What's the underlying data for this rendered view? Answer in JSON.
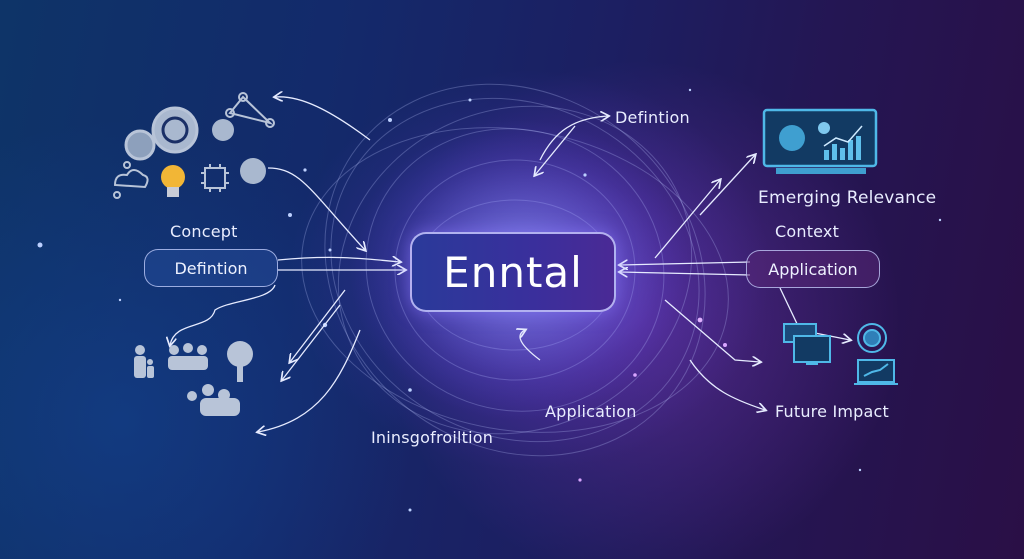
{
  "center": {
    "title": "Enntal"
  },
  "left": {
    "concept_label": "Concept",
    "definition_pill": "Defintion",
    "icons_top": [
      "speech-bubbles-icon",
      "network-nodes-icon",
      "cloud-network-icon",
      "lightbulb-icon",
      "chip-icon",
      "brain-bubble-icon"
    ],
    "icons_bottom": [
      "person-child-icon",
      "group-icon",
      "globe-tree-icon",
      "team-icon"
    ]
  },
  "top_center": {
    "definition_label": "Defintion"
  },
  "right": {
    "emerging_label": "Emerging Relevance",
    "context_label": "Context",
    "application_pill": "Application",
    "future_label": "Future Impact",
    "icons": [
      "dashboard-monitor-icon",
      "dual-screen-icon",
      "globe-network-icon",
      "laptop-chart-icon"
    ]
  },
  "bottom": {
    "application_label": "Application",
    "information_label": "Ininsgofroiltion"
  },
  "colors": {
    "bg_left": "#0e3468",
    "bg_right": "#2a0f46",
    "accent_blue": "#5a8cff",
    "accent_purple": "#b46cf0",
    "bulb": "#f2b636",
    "icon_gray": "#b8c4d8",
    "icon_cyan": "#4fb8e8"
  }
}
